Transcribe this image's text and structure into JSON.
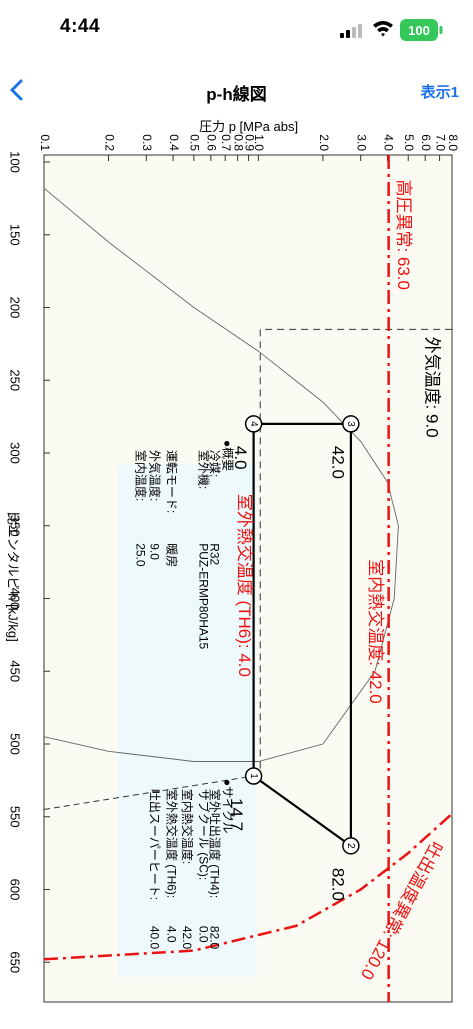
{
  "status_bar": {
    "time": "4:44",
    "battery": "100"
  },
  "nav": {
    "title": "p-h線図",
    "display_label": "表示1"
  },
  "chart_data": {
    "type": "line",
    "title": "",
    "xlabel": "圧力 p [MPa abs]",
    "ylabel": "比エンタルピ h [kJ/kg]",
    "x_scale": "log",
    "xlim": [
      0.1,
      8.0
    ],
    "ylim": [
      100,
      670
    ],
    "pressure_ticks": [
      "0.1",
      "0.2",
      "0.3",
      "0.4",
      "0.5",
      "0.6",
      "0.7",
      "0.8",
      "0.9",
      "1.0",
      "2.0",
      "3.0",
      "4.0",
      "5.0",
      "6.0",
      "7.0",
      "8.0"
    ],
    "enthalpy_ticks": [
      "100",
      "150",
      "200",
      "250",
      "300",
      "350",
      "400",
      "450",
      "500",
      "550",
      "600",
      "650"
    ],
    "cycle_points": [
      {
        "label": "1",
        "temp": "14.7",
        "p": 0.95,
        "h": 522
      },
      {
        "label": "2",
        "temp": "82.0",
        "p": 2.7,
        "h": 570
      },
      {
        "label": "3",
        "temp": "42.0",
        "p": 2.7,
        "h": 280
      },
      {
        "label": "4",
        "temp": "4.0",
        "p": 0.95,
        "h": 280
      }
    ],
    "saturation_dome": [
      {
        "p": 0.1,
        "h": 118
      },
      {
        "p": 0.2,
        "h": 155
      },
      {
        "p": 0.5,
        "h": 200
      },
      {
        "p": 1.0,
        "h": 230
      },
      {
        "p": 2.0,
        "h": 265
      },
      {
        "p": 3.0,
        "h": 292
      },
      {
        "p": 4.0,
        "h": 320
      },
      {
        "p": 4.5,
        "h": 350
      },
      {
        "p": 4.3,
        "h": 400
      },
      {
        "p": 3.5,
        "h": 450
      },
      {
        "p": 2.0,
        "h": 500
      },
      {
        "p": 1.0,
        "h": 512
      },
      {
        "p": 0.5,
        "h": 512
      },
      {
        "p": 0.2,
        "h": 505
      },
      {
        "p": 0.1,
        "h": 495
      }
    ],
    "outdoor_temp_line": {
      "label": "外気温度: 9.0",
      "p": 1.02,
      "h": 215,
      "p_top": 8.0
    },
    "high_pressure_limit": {
      "label": "高圧異常: 63.0",
      "p": 4.05,
      "color": "#ee1111"
    },
    "discharge_limit": {
      "label": "吐出温度異常: 120.0",
      "color": "#ee1111",
      "points": [
        {
          "p": 0.1,
          "h": 648
        },
        {
          "p": 0.5,
          "h": 642
        },
        {
          "p": 1.5,
          "h": 625
        },
        {
          "p": 3.0,
          "h": 600
        },
        {
          "p": 5.0,
          "h": 575
        },
        {
          "p": 8.0,
          "h": 548
        }
      ]
    },
    "indoor_hex_label": "室内熱交温度: 42.0",
    "outdoor_hex_label": "室外熱交温度 (TH6): 4.0",
    "extension_line": [
      {
        "p": 0.1,
        "h": 545
      },
      {
        "p": 0.95,
        "h": 522
      }
    ]
  },
  "info_panel": {
    "overview_title": "●概要",
    "overview": [
      {
        "label": "冷媒:",
        "value": "R32"
      },
      {
        "label": "室外機:",
        "value": "PUZ-ERMP80HA15"
      },
      {
        "label": "運転モード:",
        "value": "暖房"
      },
      {
        "label": "外気温度:",
        "value": "9.0"
      },
      {
        "label": "室内温度:",
        "value": "25.0"
      }
    ],
    "cycle_title": "●サイクル",
    "cycle": [
      {
        "label": "室外吐出温度 (TH4):",
        "value": "82.0"
      },
      {
        "label": "サブクール (SC):",
        "value": "0.0"
      },
      {
        "label": "室内熱交温度:",
        "value": "42.0"
      },
      {
        "label": "室外熱交温度 (TH6):",
        "value": "4.0"
      },
      {
        "label": "吐出スーパーヒート:",
        "value": "40.0"
      }
    ]
  },
  "colors": {
    "accent": "#1a73e8",
    "alarm": "#ee1111",
    "plot_bg": "#fbfbf4",
    "panel_bg": "#eef9fb",
    "battery": "#34c759"
  }
}
